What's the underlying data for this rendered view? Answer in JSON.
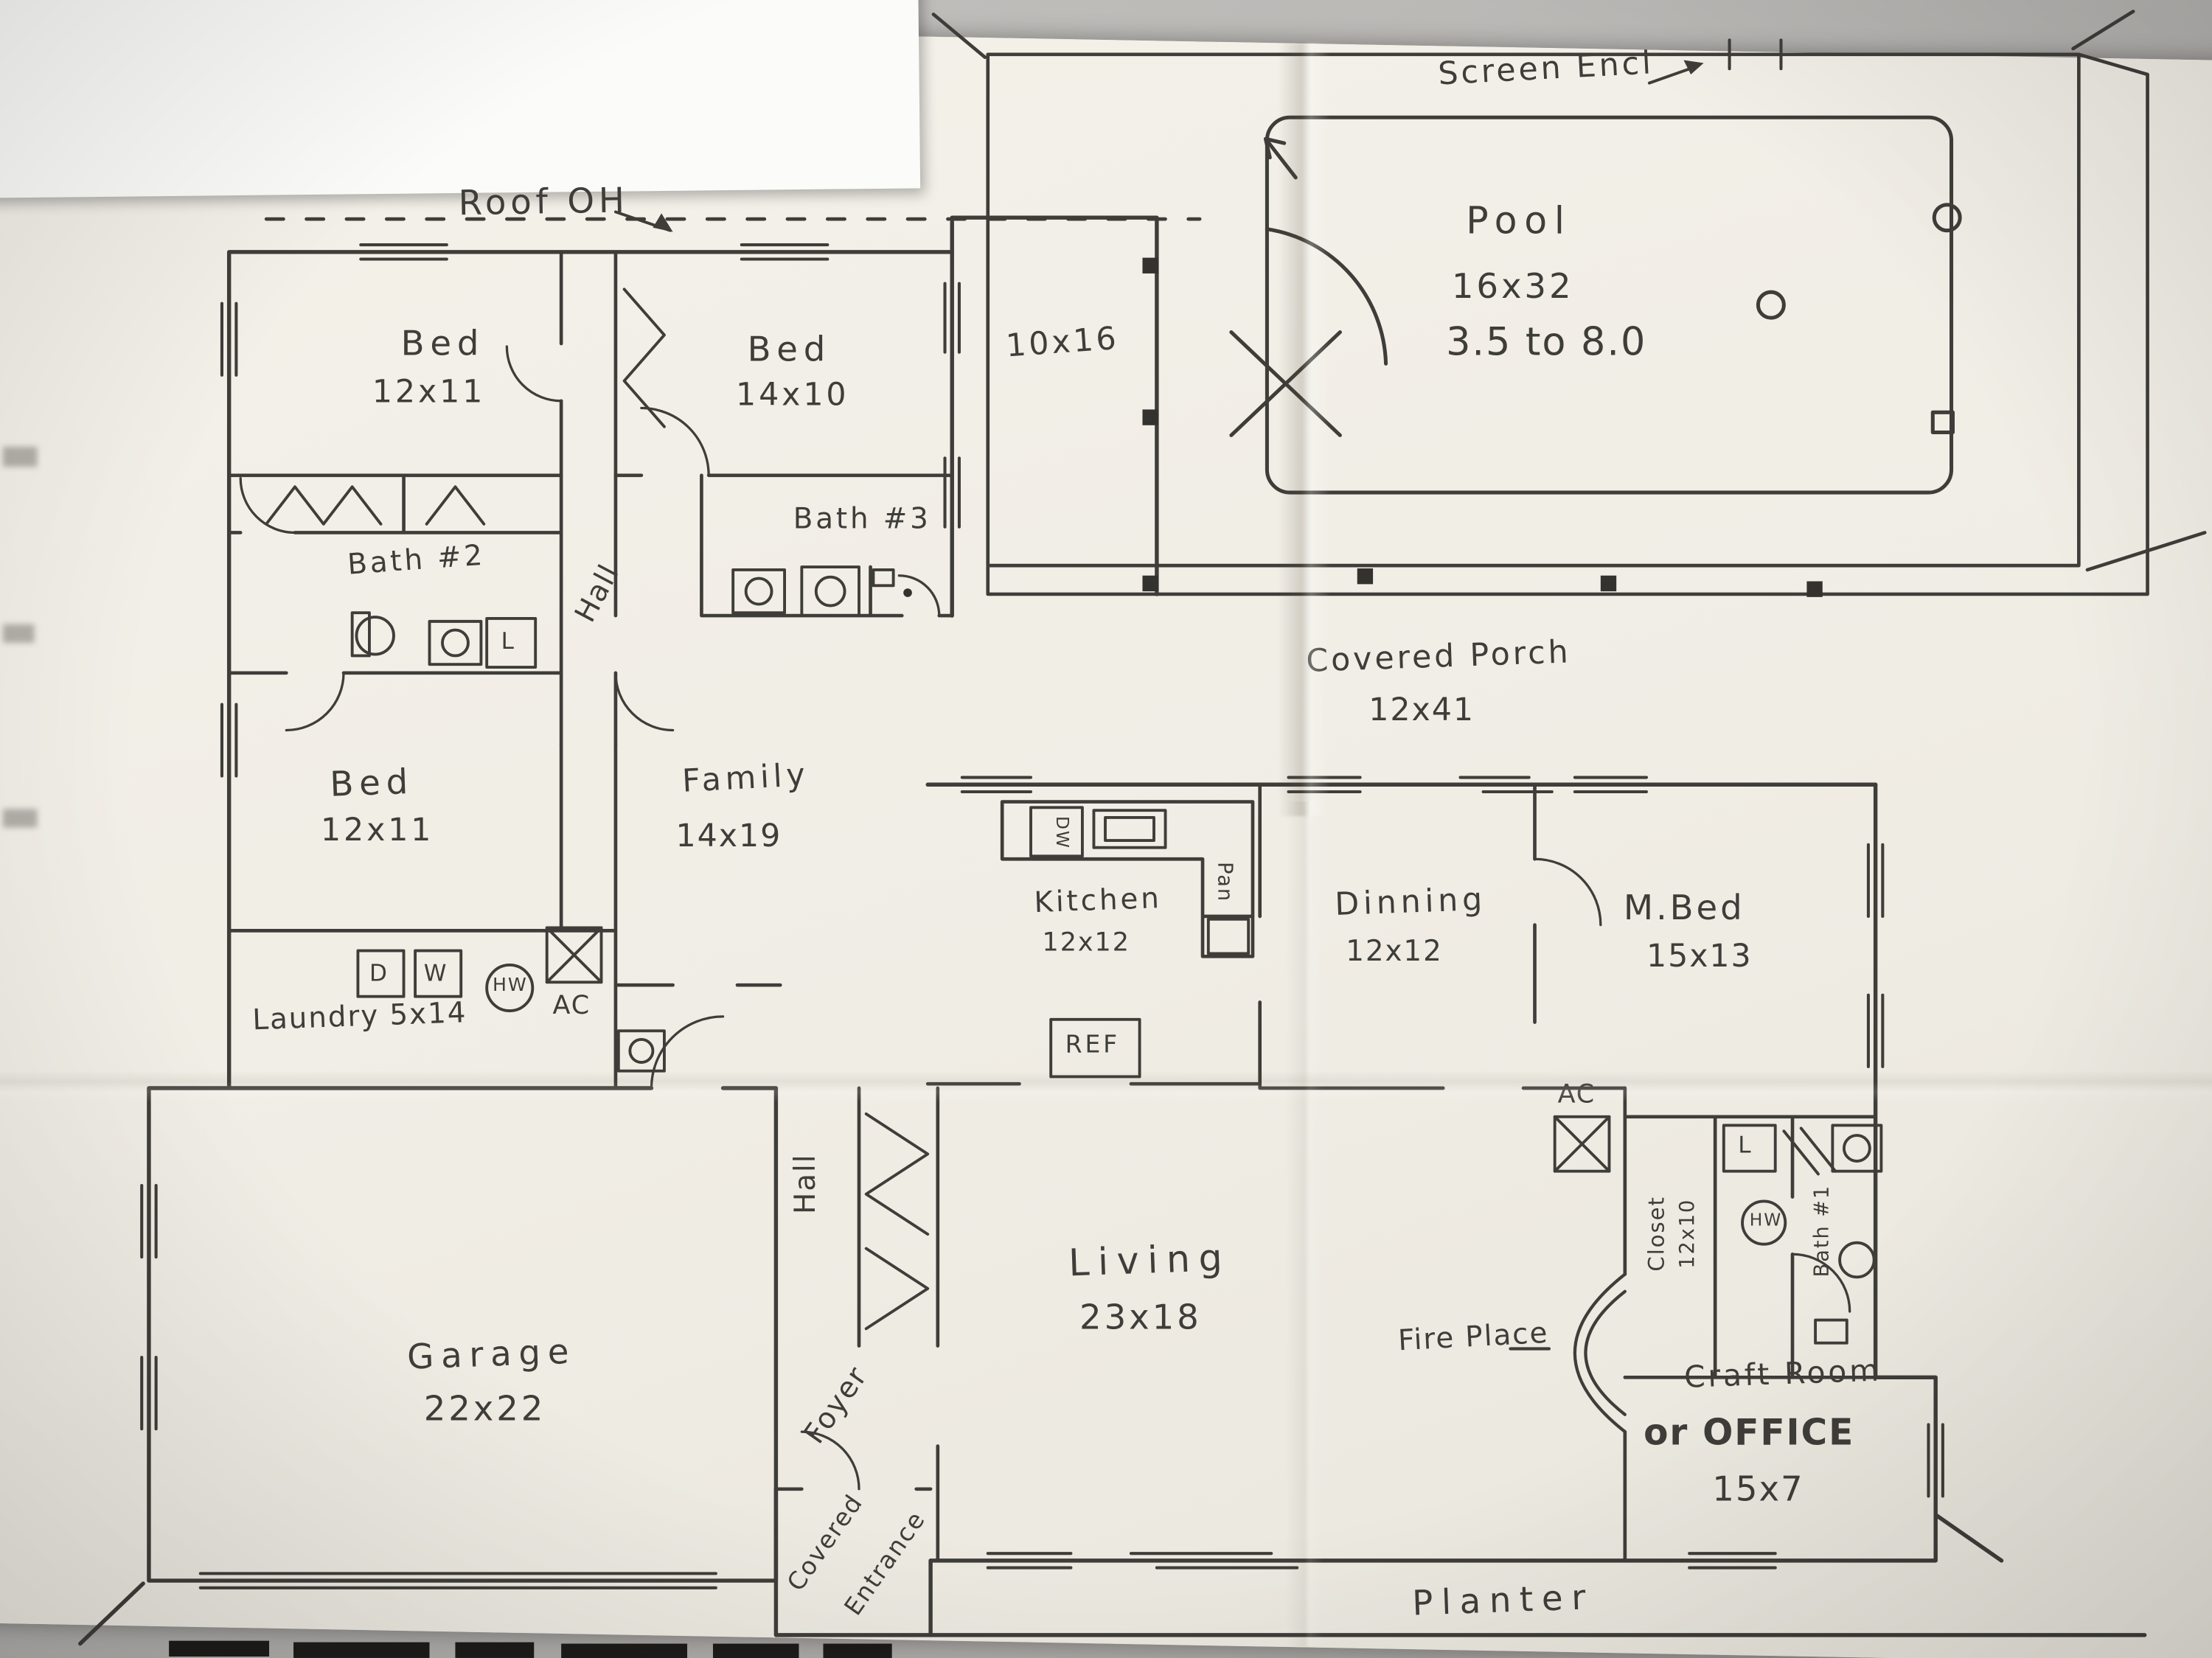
{
  "colors": {
    "paper": "#f1eee7",
    "ink": "#3f3d39",
    "background": "#b9b7b4"
  },
  "plan": {
    "exterior": {
      "roof_overhang": "Roof OH",
      "screen_enclosure": "Screen Encl",
      "walkway_dims": "10x16",
      "covered_porch_name": "Covered Porch",
      "covered_porch_dims": "12x41",
      "planter": "Planter",
      "covered_entrance_1": "Covered",
      "covered_entrance_2": "Entrance"
    },
    "pool": {
      "name": "Pool",
      "dims": "16x32",
      "depth": "3.5 to 8.0"
    },
    "rooms": {
      "bed_top_left_name": "Bed",
      "bed_top_left_dims": "12x11",
      "bed_top_mid_name": "Bed",
      "bed_top_mid_dims": "14x10",
      "bed_left_name": "Bed",
      "bed_left_dims": "12x11",
      "bath1_label": "Bath #1",
      "bath2_label": "Bath #2",
      "bath3_label": "Bath #3",
      "hall_upper": "Hall",
      "hall_lower": "Hall",
      "family_name": "Family",
      "family_dims": "14x19",
      "kitchen_name": "Kitchen",
      "kitchen_dims": "12x12",
      "dining_name": "Dinning",
      "dining_dims": "12x12",
      "master_name": "M.Bed",
      "master_dims": "15x13",
      "laundry_label": "Laundry 5x14",
      "living_name": "Living",
      "living_dims": "23x18",
      "garage_name": "Garage",
      "garage_dims": "22x22",
      "closet_name": "Closet",
      "closet_dims": "12x10",
      "office_line1": "Craft Room",
      "office_line2": "or OFFICE",
      "office_dims": "15x7",
      "foyer_label": "Foyer",
      "fireplace_label": "Fire Place"
    },
    "fixtures": {
      "dishwasher": "DW",
      "pantry": "Pan",
      "refrigerator": "REF",
      "dryer": "D",
      "washer": "W",
      "water_heater_left": "HW",
      "water_heater_right": "HW",
      "ac_left": "AC",
      "ac_right": "AC",
      "linen_upper": "L",
      "linen_right": "L"
    }
  }
}
